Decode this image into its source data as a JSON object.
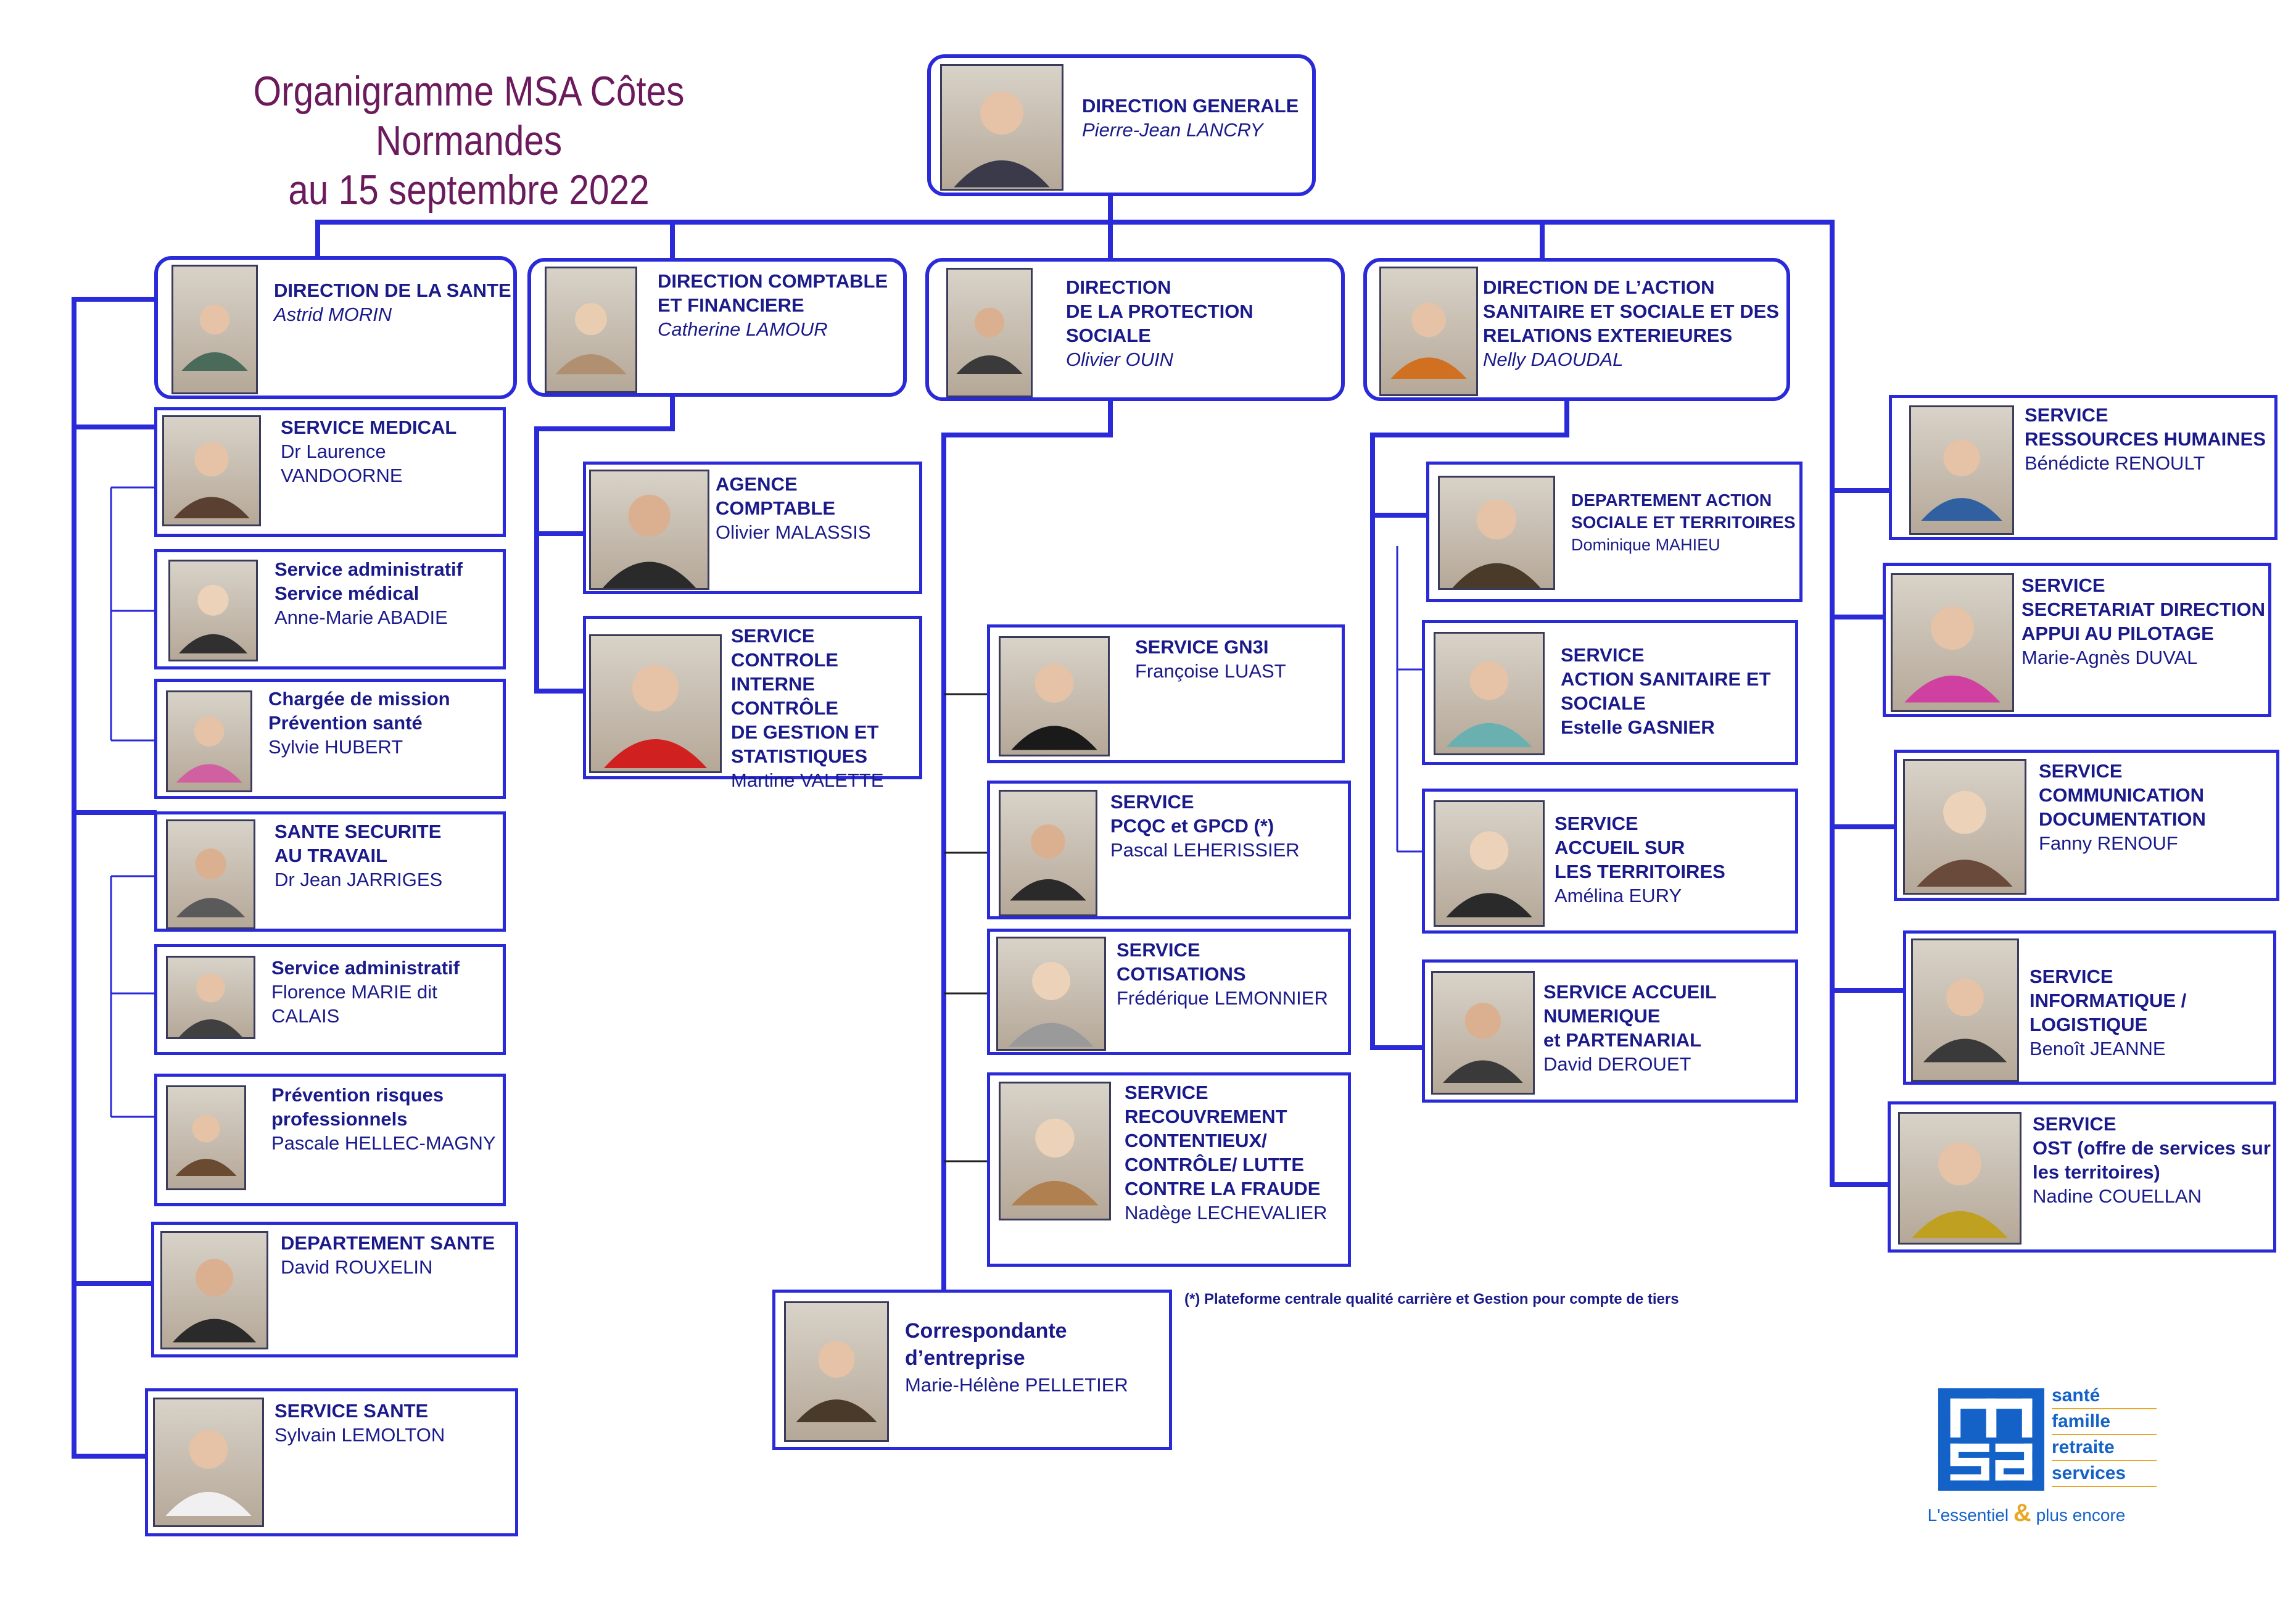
{
  "title": {
    "line1": "Organigramme MSA Côtes Normandes",
    "line2": "au 15 septembre 2022"
  },
  "colors": {
    "line": "#2a2ad8",
    "title": "#6b1a5c",
    "text": "#1a1a8a",
    "logo_blue": "#1462c8",
    "logo_gold": "#e8a826"
  },
  "boxes": [
    {
      "title": "DIRECTION  GENERALE",
      "name": "Pierre-Jean LANCRY",
      "italic": true
    },
    {
      "title": "DIRECTION  DE LA SANTE",
      "name": "Astrid MORIN",
      "italic": true
    },
    {
      "title": "DIRECTION COMPTABLE\nET FINANCIERE",
      "name": "Catherine LAMOUR",
      "italic": true
    },
    {
      "title": "DIRECTION\nDE LA PROTECTION SOCIALE",
      "name": "Olivier OUIN",
      "italic": true
    },
    {
      "title": "DIRECTION DE L’ACTION\nSANITAIRE ET SOCIALE  ET DES\nRELATIONS EXTERIEURES",
      "name": "Nelly DAOUDAL",
      "italic": true
    },
    {
      "title": "SERVICE  MEDICAL",
      "name": "Dr Laurence VANDOORNE"
    },
    {
      "title": "Service administratif\nService médical",
      "name": "Anne-Marie ABADIE"
    },
    {
      "title": "Chargée de mission\nPrévention santé",
      "name": "Sylvie HUBERT"
    },
    {
      "title": "SANTE SECURITE\nAU TRAVAIL",
      "name": "Dr Jean JARRIGES"
    },
    {
      "title": "Service administratif",
      "name": "Florence MARIE dit CALAIS"
    },
    {
      "title": "Prévention risques\nprofessionnels",
      "name": "Pascale HELLEC-MAGNY"
    },
    {
      "title": "DEPARTEMENT SANTE",
      "name": "David ROUXELIN"
    },
    {
      "title": "SERVICE SANTE",
      "name": "Sylvain LEMOLTON"
    },
    {
      "title": "AGENCE COMPTABLE",
      "name": "Olivier MALASSIS"
    },
    {
      "title": "SERVICE\nCONTROLE INTERNE\nCONTRÔLE\nDE GESTION ET\nSTATISTIQUES",
      "name": "Martine VALETTE"
    },
    {
      "title": "SERVICE GN3I",
      "name": "Françoise LUAST"
    },
    {
      "title": "SERVICE\nPCQC et GPCD (*)",
      "name": "Pascal LEHERISSIER"
    },
    {
      "title": "SERVICE\nCOTISATIONS",
      "name": "Frédérique LEMONNIER"
    },
    {
      "title": "SERVICE\nRECOUVREMENT\nCONTENTIEUX/\nCONTRÔLE/ LUTTE\nCONTRE LA FRAUDE",
      "name": "Nadège LECHEVALIER"
    },
    {
      "title": "Correspondante\nd’entreprise",
      "name": "Marie-Hélène PELLETIER"
    },
    {
      "title": "DEPARTEMENT ACTION\nSOCIALE ET TERRITOIRES",
      "name": "Dominique MAHIEU"
    },
    {
      "title": "SERVICE\nACTION SANITAIRE ET\nSOCIALE\nEstelle GASNIER",
      "name": ""
    },
    {
      "title": "SERVICE\nACCUEIL SUR\nLES TERRITOIRES",
      "name": "Amélina EURY"
    },
    {
      "title": "SERVICE  ACCUEIL\nNUMERIQUE\net PARTENARIAL",
      "name": "David DEROUET"
    },
    {
      "title": "SERVICE\nRESSOURCES HUMAINES",
      "name": "Bénédicte RENOULT"
    },
    {
      "title": "SERVICE\nSECRETARIAT DIRECTION\nAPPUI  AU PILOTAGE",
      "name": "Marie-Agnès DUVAL"
    },
    {
      "title": "SERVICE\nCOMMUNICATION\nDOCUMENTATION",
      "name": "Fanny RENOUF"
    },
    {
      "title": "SERVICE\nINFORMATIQUE /\nLOGISTIQUE",
      "name": "Benoît JEANNE"
    },
    {
      "title": "SERVICE\nOST (offre de services sur\nles territoires)",
      "name": "Nadine COUELLAN"
    }
  ],
  "footnote": "(*) Plateforme centrale qualité carrière  et Gestion pour compte de tiers",
  "logo": {
    "words": [
      "santé",
      "famille",
      "retraite",
      "services"
    ],
    "tagline_pre": "L'essentiel",
    "tagline_amp": "&",
    "tagline_post": "plus encore"
  }
}
